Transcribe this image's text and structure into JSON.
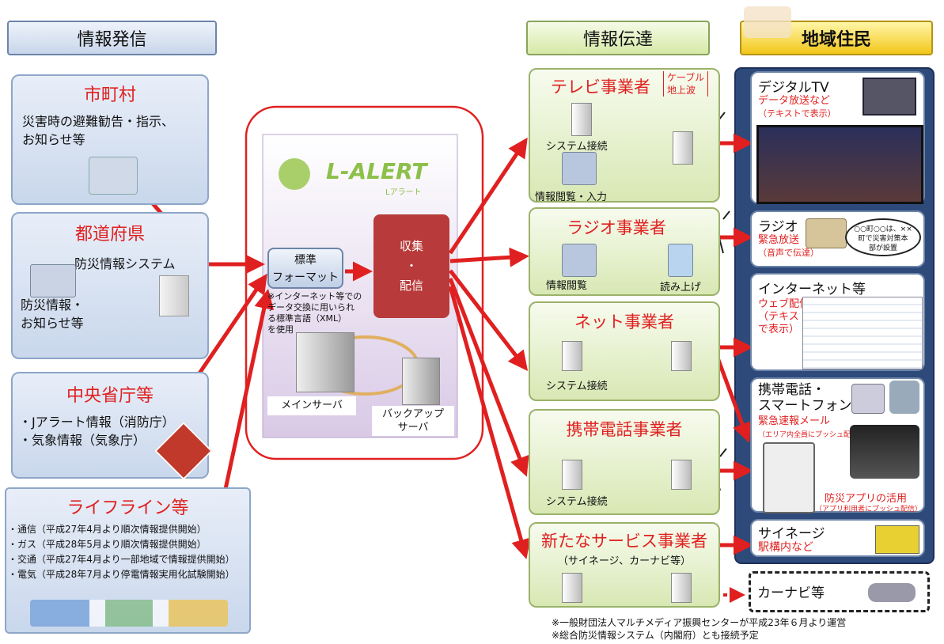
{
  "headers": {
    "source": "情報発信",
    "transmission": "情報伝達",
    "residents": "地域住民"
  },
  "sources": {
    "municipality": {
      "title": "市町村",
      "text": [
        "災害時の避難勧告・指示、",
        "お知らせ等"
      ]
    },
    "prefecture": {
      "title": "都道府県",
      "system": "防災情報システム",
      "text": [
        "防災情報・",
        "お知らせ等"
      ]
    },
    "central": {
      "title": "中央省庁等",
      "text": [
        "・Jアラート情報（消防庁）",
        "・気象情報（気象庁）"
      ]
    },
    "lifeline": {
      "title": "ライフライン等",
      "items": [
        "・通信（平成27年4月より順次情報提供開始）",
        "・ガス（平成28年5月より順次情報提供開始）",
        "・交通（平成27年4月より一部地域で情報提供開始）",
        "・電気（平成28年7月より停電情報実用化試験開始）"
      ]
    }
  },
  "lalert": {
    "logo": "L-ALERT",
    "logo_sub": "Lアラート",
    "format": [
      "標準",
      "フォーマット"
    ],
    "format_note": [
      "※インターネット等での",
      "データ交換に用いられ",
      "る標準言語（XML）",
      "を使用"
    ],
    "collect": [
      "収集",
      "・",
      "配信"
    ],
    "main_server": "メインサーバ",
    "backup_server": [
      "バックアップ",
      "サーバ"
    ]
  },
  "broadcasters": {
    "tv": {
      "title": "テレビ事業者",
      "bracket": [
        "ケーブル",
        "地上波"
      ],
      "system": "システム接続",
      "browse": "情報閲覧・入力"
    },
    "radio": {
      "title": "ラジオ事業者",
      "browse": "情報閲覧",
      "read": "読み上げ"
    },
    "net": {
      "title": "ネット事業者",
      "system": "システム接続"
    },
    "mobile": {
      "title": "携帯電話事業者",
      "system": "システム接続"
    },
    "newsvc": {
      "title": "新たなサービス事業者",
      "sub": "（サイネージ、カーナビ等）"
    }
  },
  "residents": {
    "dtv": {
      "title": "デジタルTV",
      "red": [
        "データ放送など",
        "（テキストで表示）"
      ]
    },
    "radio": {
      "title": "ラジオ",
      "red": [
        "緊急放送",
        "（音声で伝達）"
      ],
      "bubble": [
        "○○町○○は、×× ",
        "町で災害対策本",
        "部が設置"
      ]
    },
    "internet": {
      "title": "インターネット等",
      "red": [
        "ウェブ配信",
        "（テキスト",
        "で表示）"
      ]
    },
    "mobile": {
      "title": [
        "携帯電話・",
        "スマートフォン"
      ],
      "red1": "緊急速報メール",
      "red2": "（エリア内全員にプッシュ配信）",
      "app": "防災アプリの活用",
      "app2": "（アプリ利用者にプッシュ配信）"
    },
    "signage": {
      "title": "サイネージ",
      "red": "駅構内など"
    },
    "carnavi": {
      "title": "カーナビ等"
    }
  },
  "footnotes": [
    "※一般財団法人マルチメディア振興センターが平成23年６月より運営",
    "※総合防災情報システム（内閣府）とも接続予定"
  ],
  "colors": {
    "arrow": "#e02020",
    "accent_red": "#c0392b"
  }
}
